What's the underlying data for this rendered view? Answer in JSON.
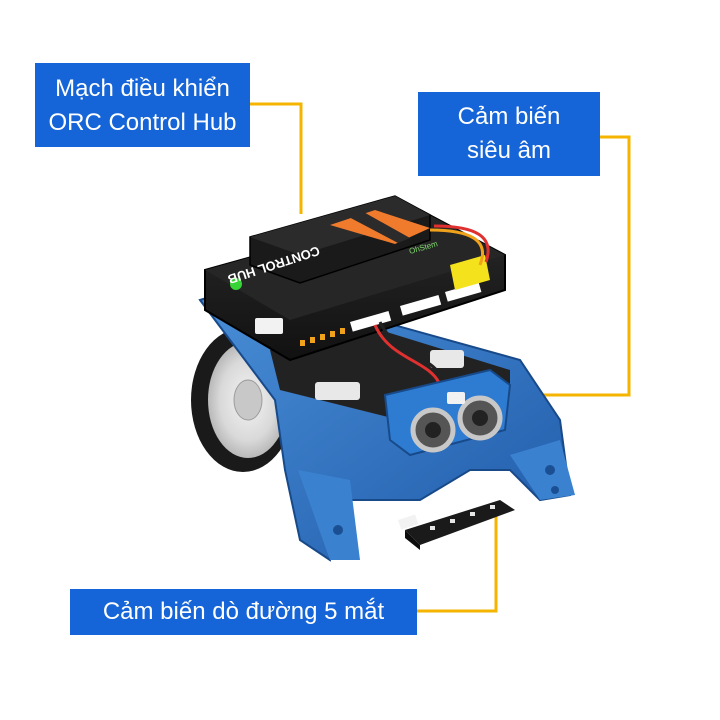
{
  "labels": {
    "controller": {
      "line1": "Mạch điều khiển",
      "line2": "ORC Control Hub"
    },
    "ultrasonic": {
      "line1": "Cảm biến",
      "line2": "siêu âm"
    },
    "line_sensor": "Cảm biến dò đường 5 mắt"
  },
  "board_text": {
    "control_hub": "CONTROL HUB",
    "logo": "OhStem"
  },
  "colors": {
    "callout_bg": "#1565d8",
    "leader_line": "#f4b400",
    "chassis": "#2f78c8",
    "board": "#1c1c1c",
    "hub_accent": "#f07b2c"
  }
}
